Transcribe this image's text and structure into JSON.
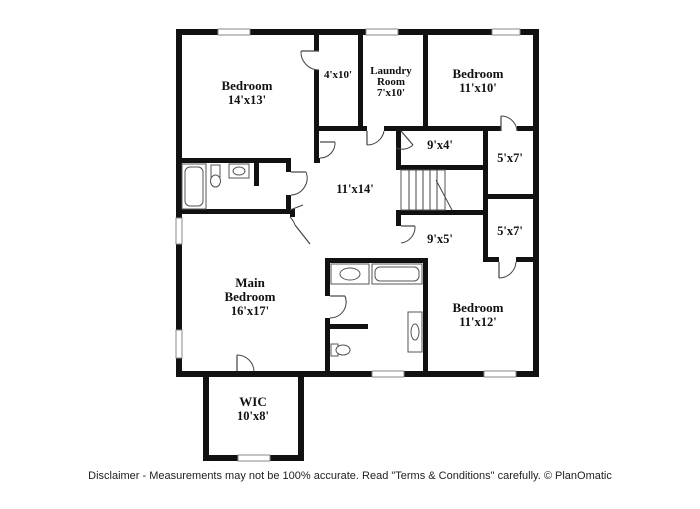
{
  "rooms": {
    "bedroom_nw": {
      "name": "Bedroom",
      "size": "14'x13'"
    },
    "closet_4x10": {
      "size": "4'x10'"
    },
    "laundry": {
      "name_line1": "Laundry",
      "name_line2": "Room",
      "size": "7'x10'"
    },
    "bedroom_ne": {
      "name": "Bedroom",
      "size": "11'x10'"
    },
    "hall_9x4": {
      "size": "9'x4'"
    },
    "closet_ne": {
      "size": "5'x7'"
    },
    "hall_center": {
      "size": "11'x14'"
    },
    "hall_9x5": {
      "size": "9'x5'"
    },
    "closet_se": {
      "size": "5'x7'"
    },
    "main_bedroom": {
      "name_line1": "Main",
      "name_line2": "Bedroom",
      "size": "16'x17'"
    },
    "bedroom_se": {
      "name": "Bedroom",
      "size": "11'x12'"
    },
    "wic": {
      "name": "WIC",
      "size": "10'x8'"
    }
  },
  "disclaimer": "Disclaimer - Measurements may not be 100% accurate. Read \"Terms & Conditions\" carefully. © PlanOmatic"
}
